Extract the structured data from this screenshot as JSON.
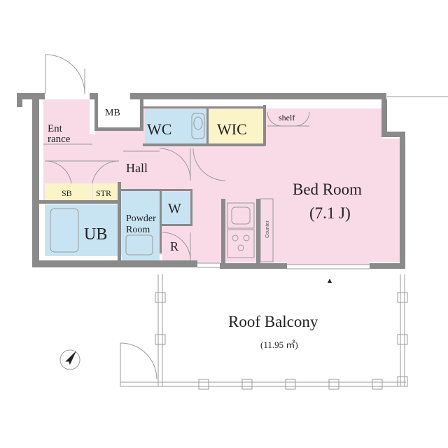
{
  "rooms": {
    "entrance": "Ent\nrance",
    "mb": "MB",
    "wc": "WC",
    "wic": "WIC",
    "shelf": "shelf",
    "hall": "Hall",
    "sb": "SB",
    "str": "STR",
    "ub": "UB",
    "powder_room": "Powder\nRoom",
    "w": "W",
    "r": "R",
    "bed_room": "Bed Room",
    "bed_room_size": "(7.1 J)",
    "counter": "Counter",
    "roof_balcony": "Roof Balcony",
    "roof_balcony_area": "(11.95 ㎡)"
  },
  "colors": {
    "pink": "#f8dbe6",
    "blue": "#c8e4f2",
    "yellow": "#fbf4c8",
    "wall": "#8a8a8a",
    "line": "#9a9a9a"
  },
  "icons": {
    "compass": "north-arrow-icon",
    "window_marker": "triangle-marker-icon"
  }
}
